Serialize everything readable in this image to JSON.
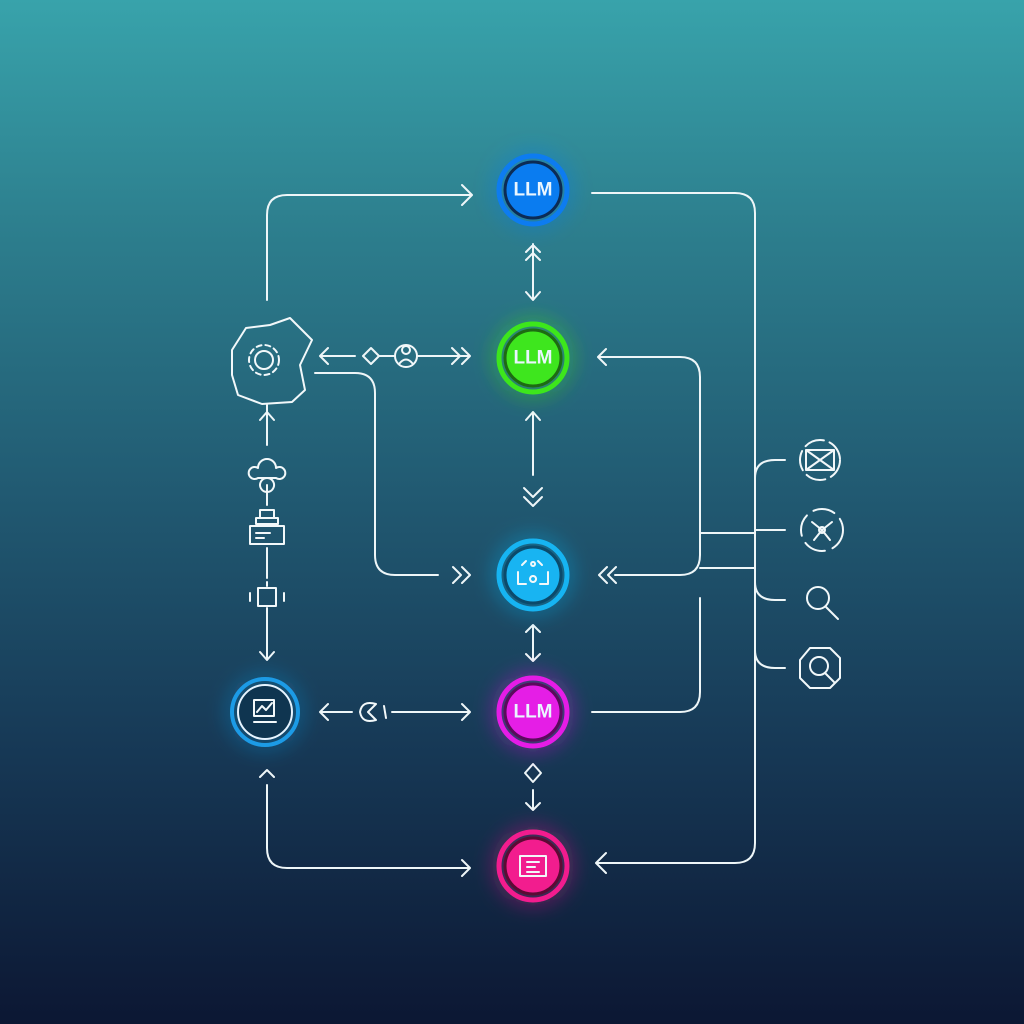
{
  "nodes": {
    "llm_top": {
      "label": "LLM",
      "color": "#0a7cf0"
    },
    "llm_green": {
      "label": "LLM",
      "color": "#3ee61e"
    },
    "tool_cyan": {
      "color": "#18b4f2"
    },
    "llm_magenta": {
      "label": "LLM",
      "color": "#e51ee6"
    },
    "output_pink": {
      "color": "#f21d8e"
    }
  }
}
